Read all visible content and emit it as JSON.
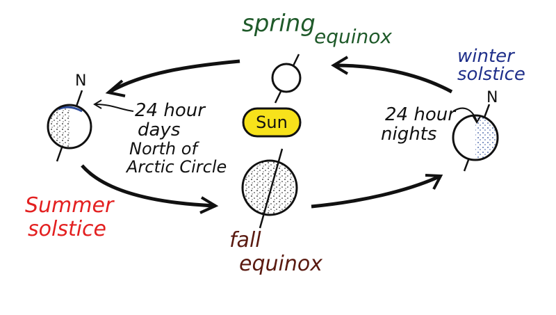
{
  "labels": {
    "spring_word": "spring",
    "spring_equinox": "equinox",
    "winter_line1": "winter",
    "winter_line2": "solstice",
    "north_left": "N",
    "north_right": "N",
    "day_line1": "24 hour",
    "day_line2": "days",
    "day_line3": "North of",
    "day_line4": "Arctic Circle",
    "night_line1": "24 hour",
    "night_line2": "nights",
    "summer_line1": "Summer",
    "summer_line2": "solstice",
    "fall_line1": "fall",
    "fall_line2": "equinox",
    "sun": "Sun"
  },
  "colors": {
    "sun_fill": "#f7e21b",
    "spring_text": "#1f5a2a",
    "winter_text": "#1f2f8a",
    "summer_text": "#e32020",
    "fall_text": "#5a1a10",
    "night_stipple": "#2a4a9a",
    "ink": "#111111"
  }
}
